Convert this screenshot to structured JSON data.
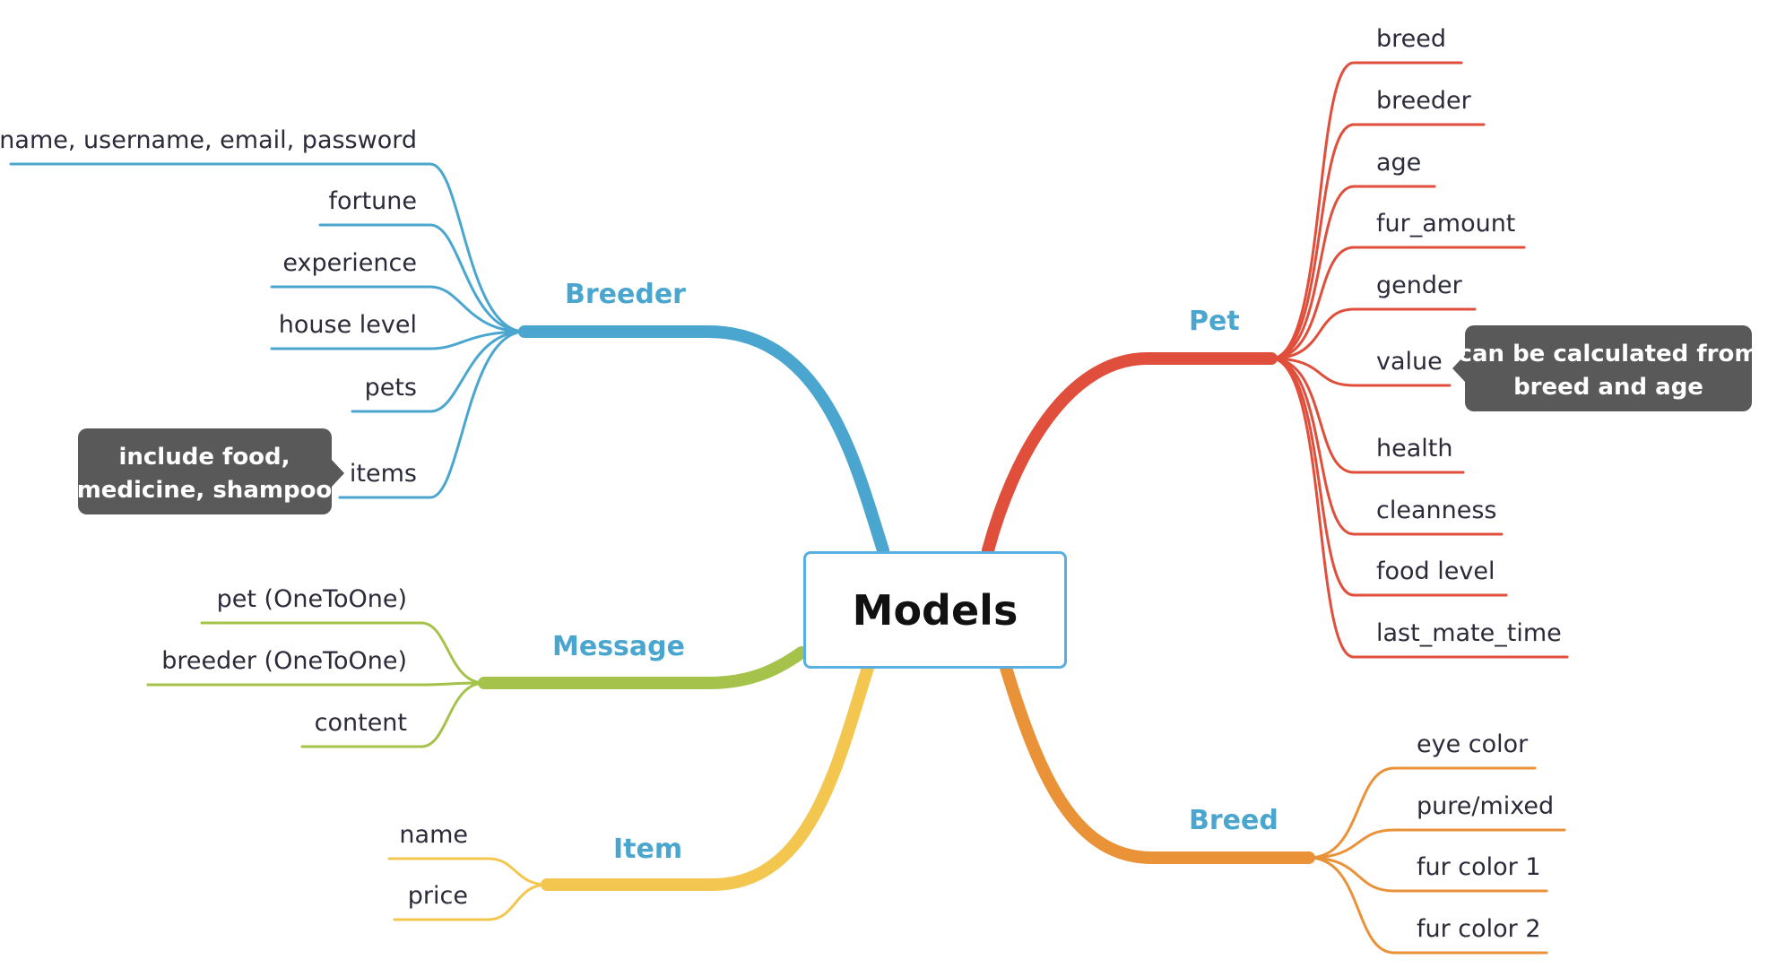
{
  "root": {
    "label": "Models"
  },
  "branches": {
    "breeder": {
      "label": "Breeder",
      "color": "#4aa6cf",
      "children": [
        "name, username, email, password",
        "fortune",
        "experience",
        "house level",
        "pets",
        "items"
      ]
    },
    "pet": {
      "label": "Pet",
      "color": "#e04e3c",
      "children": [
        "breed",
        "breeder",
        "age",
        "fur_amount",
        "gender",
        "value",
        "health",
        "cleanness",
        "food level",
        "last_mate_time"
      ]
    },
    "message": {
      "label": "Message",
      "color": "#a5c24a",
      "children": [
        "pet (OneToOne)",
        "breeder (OneToOne)",
        "content"
      ]
    },
    "item": {
      "label": "Item",
      "color": "#f3c74f",
      "children": [
        "name",
        "price"
      ]
    },
    "breed": {
      "label": "Breed",
      "color": "#ea9238",
      "children": [
        "eye color",
        "pure/mixed",
        "fur color 1",
        "fur color 2"
      ]
    }
  },
  "notes": {
    "items": {
      "lines": [
        "include food,",
        "medicine, shampoo"
      ]
    },
    "value": {
      "lines": [
        "can be calculated from",
        "breed and age"
      ]
    }
  },
  "colors": {
    "note_bg": "#595959",
    "root_border": "#5aaee0",
    "branch_label": "#4aa6cf"
  }
}
